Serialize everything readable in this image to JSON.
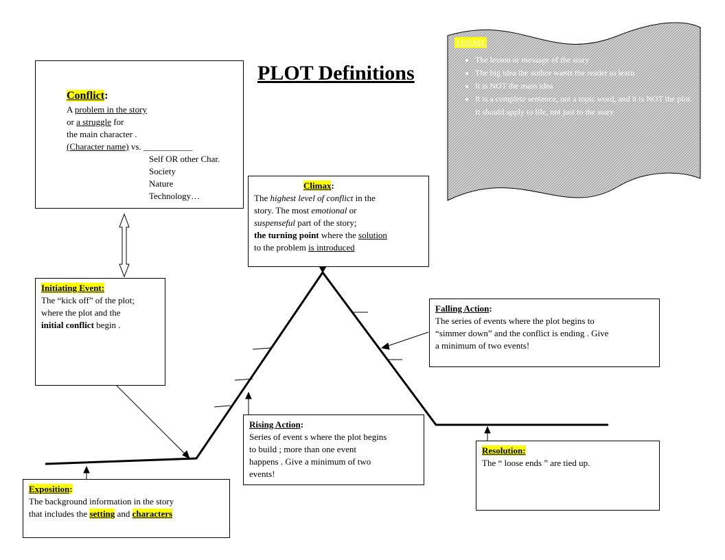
{
  "title": "PLOT Definitions",
  "theme": {
    "label": "THEME",
    "items": [
      "The lesson or message of the story",
      "The big idea the author wants the reader to learn",
      "It is NOT the main idea",
      "It is a complete sentence, not a topic word, and it is NOT the plot. It should apply to life, not just to the story"
    ]
  },
  "conflict": {
    "heading": "Conflict",
    "line1_a": "A ",
    "line1_u": "problem in the story",
    "line2_a": "or ",
    "line2_u": "a struggle",
    "line2_b": "  for",
    "line3": "the main character  .",
    "line4_u": "(Character name)",
    "line4_b": " vs. ___________",
    "options": [
      "Self  OR other Char.",
      "Society",
      "Nature",
      "Technology…"
    ]
  },
  "climax": {
    "heading": "Climax",
    "l1_a": "The ",
    "l1_i": "highest level of conflict",
    "l1_b": " in the",
    "l2_a": "story.  The most  ",
    "l2_i": "emotional",
    "l2_b": " or",
    "l3_i": "suspenseful",
    "l3_b": " part of the story;",
    "l4_b": "the turning point",
    "l4_a": "   where the  ",
    "l4_u": "solution",
    "l5_a": "to the problem  ",
    "l5_u": "is introduced"
  },
  "initiating_event": {
    "heading": "Initiating Event:",
    "l1": "The “kick off”   of the plot;",
    "l2": "where the plot and the",
    "l3_b": "initial conflict",
    "l3_a": "  begin ."
  },
  "falling_action": {
    "heading": "Falling Action",
    "l1": "The  series  of  events  where  the  plot  begins  to",
    "l2": "“simmer  down”  and  the  conflict  is  ending .  Give",
    "l3": "a minimum of two events!"
  },
  "rising_action": {
    "heading": "Rising Action",
    "l1": "Series of event  s where the plot begins",
    "l2": "to build ; more than one event",
    "l3": "happens . Give a minimum of two",
    "l4": "events!"
  },
  "resolution": {
    "heading": "Resolution:",
    "l1": "The “ loose ends ” are tied up."
  },
  "exposition": {
    "heading": "Exposition",
    "l1": "The background information in the      story",
    "l2_a": "that includes the   ",
    "l2_s": "setting",
    "l2_m": " and ",
    "l2_c": "characters"
  }
}
